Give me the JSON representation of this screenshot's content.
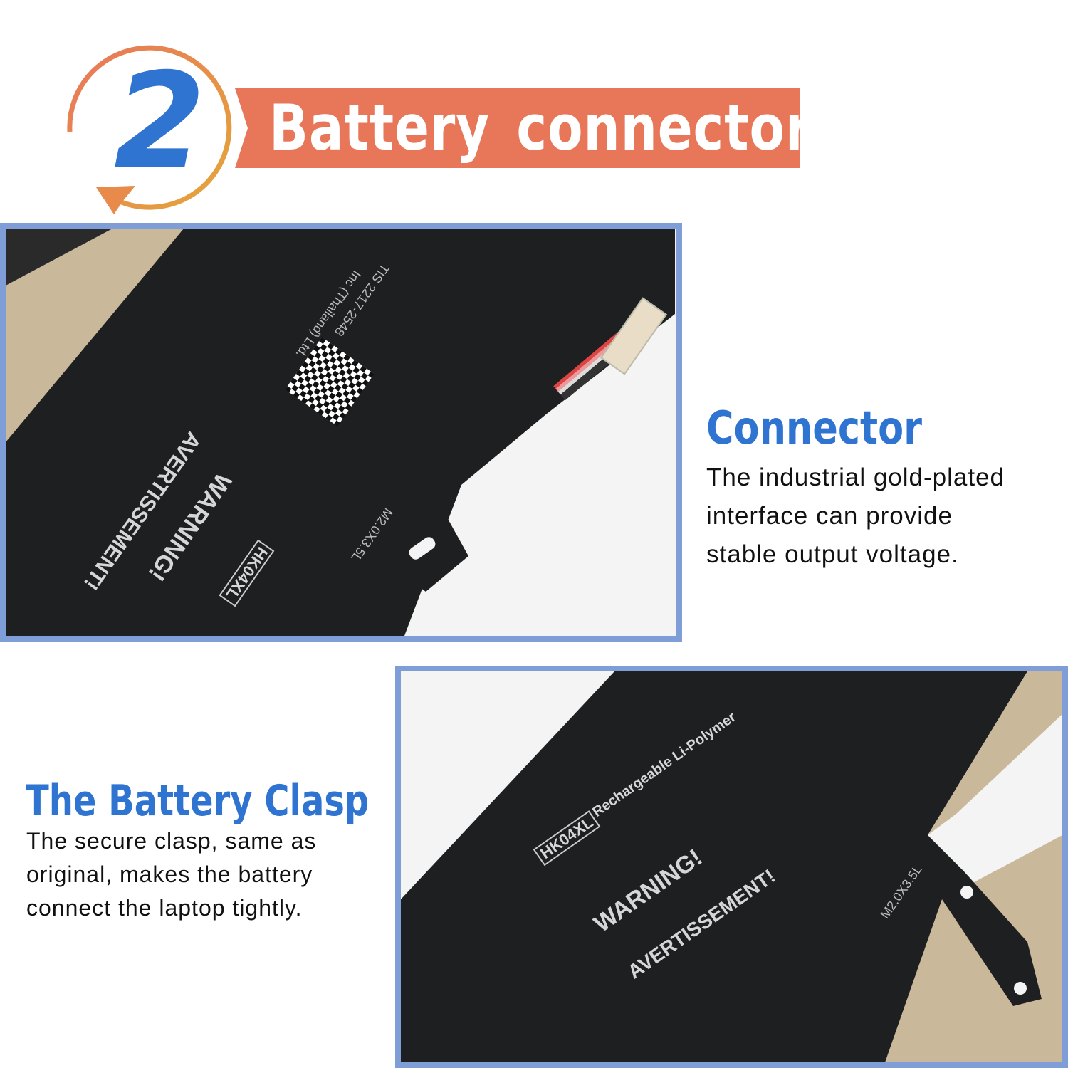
{
  "header": {
    "step_number": "2",
    "title": "Battery  connector",
    "colors": {
      "banner": "#e8775a",
      "number": "#2f74d0",
      "arrow_start": "#e8775a",
      "arrow_end": "#e4a63a"
    }
  },
  "photo1": {
    "labels": [
      "WARNING!",
      "AVERTISSEMENT!",
      "HK04XL",
      "M2.0X3.5L",
      "TIS 2217-2548",
      "Inc (Thailand) Ltd."
    ]
  },
  "photo2": {
    "labels": [
      "Rechargeable Li-Polymer",
      "HK04XL",
      "WARNING!",
      "AVERTISSEMENT!",
      "M2.0X3.5L"
    ]
  },
  "connector": {
    "heading": "Connector",
    "lines": [
      "The industrial gold-plated",
      "interface can provide",
      "stable output voltage."
    ]
  },
  "clasp": {
    "heading": "The Battery Clasp",
    "lines": [
      "The secure clasp, same as",
      "original, makes the battery",
      "connect the laptop tightly."
    ]
  }
}
